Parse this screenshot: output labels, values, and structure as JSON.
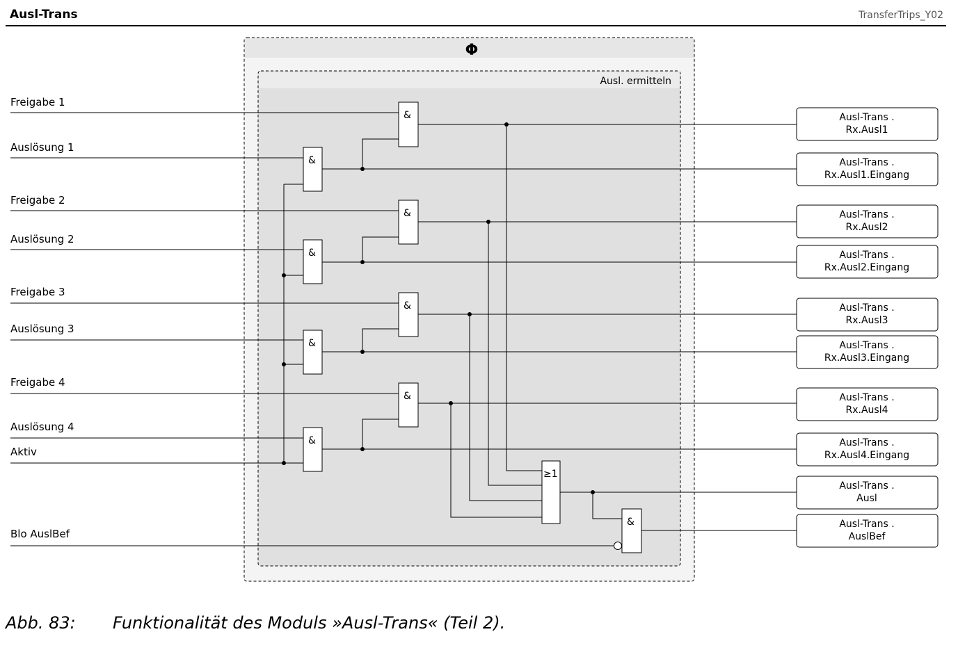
{
  "header": {
    "title": "Ausl-Trans",
    "diagram_id": "TransferTrips_Y02"
  },
  "phi_box": {
    "symbol": "Φ"
  },
  "inner_box": {
    "label": "Ausl. ermitteln"
  },
  "inputs": [
    {
      "name": "freigabe-1",
      "label": "Freigabe 1"
    },
    {
      "name": "auslosung-1",
      "label": "Auslösung 1"
    },
    {
      "name": "freigabe-2",
      "label": "Freigabe 2"
    },
    {
      "name": "auslosung-2",
      "label": "Auslösung 2"
    },
    {
      "name": "freigabe-3",
      "label": "Freigabe 3"
    },
    {
      "name": "auslosung-3",
      "label": "Auslösung 3"
    },
    {
      "name": "freigabe-4",
      "label": "Freigabe 4"
    },
    {
      "name": "auslosung-4",
      "label": "Auslösung 4"
    },
    {
      "name": "aktiv",
      "label": "Aktiv"
    },
    {
      "name": "blo-auslbef",
      "label": "Blo AuslBef"
    }
  ],
  "outputs": [
    {
      "name": "rx-ausl1",
      "line1": "Ausl-Trans .",
      "line2": "Rx.Ausl1"
    },
    {
      "name": "rx-ausl1-eingang",
      "line1": "Ausl-Trans .",
      "line2": "Rx.Ausl1.Eingang"
    },
    {
      "name": "rx-ausl2",
      "line1": "Ausl-Trans .",
      "line2": "Rx.Ausl2"
    },
    {
      "name": "rx-ausl2-eingang",
      "line1": "Ausl-Trans .",
      "line2": "Rx.Ausl2.Eingang"
    },
    {
      "name": "rx-ausl3",
      "line1": "Ausl-Trans .",
      "line2": "Rx.Ausl3"
    },
    {
      "name": "rx-ausl3-eingang",
      "line1": "Ausl-Trans .",
      "line2": "Rx.Ausl3.Eingang"
    },
    {
      "name": "rx-ausl4",
      "line1": "Ausl-Trans .",
      "line2": "Rx.Ausl4"
    },
    {
      "name": "rx-ausl4-eingang",
      "line1": "Ausl-Trans .",
      "line2": "Rx.Ausl4.Eingang"
    },
    {
      "name": "ausl",
      "line1": "Ausl-Trans .",
      "line2": "Ausl"
    },
    {
      "name": "auslbef",
      "line1": "Ausl-Trans .",
      "line2": "AuslBef"
    }
  ],
  "gates": {
    "and_symbol": "&",
    "or_symbol": "≥1"
  },
  "caption": {
    "number": "Abb. 83:",
    "text": "Funktionalität des Moduls »Ausl-Trans« (Teil 2)."
  }
}
